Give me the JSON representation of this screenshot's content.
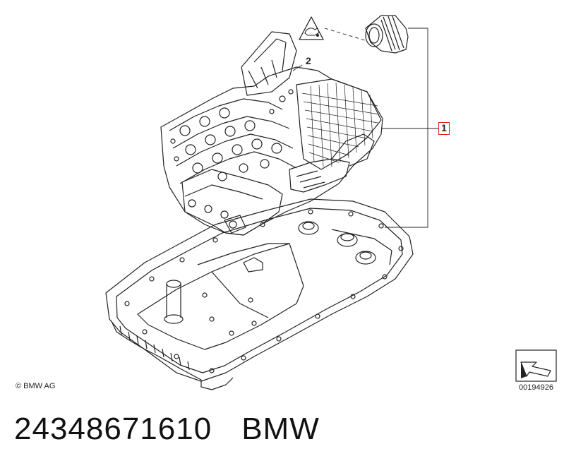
{
  "callouts": {
    "part_1": "1",
    "part_2": "2"
  },
  "copyright": "© BMW AG",
  "diagram_id": "00194926",
  "footer": {
    "part_number": "24348671610",
    "brand": "BMW"
  },
  "colors": {
    "line": "#222222",
    "callout_border": "#e02020"
  },
  "icons": {
    "warning": "oil-warning-triangle-icon",
    "direction": "direction-arrow-icon"
  }
}
